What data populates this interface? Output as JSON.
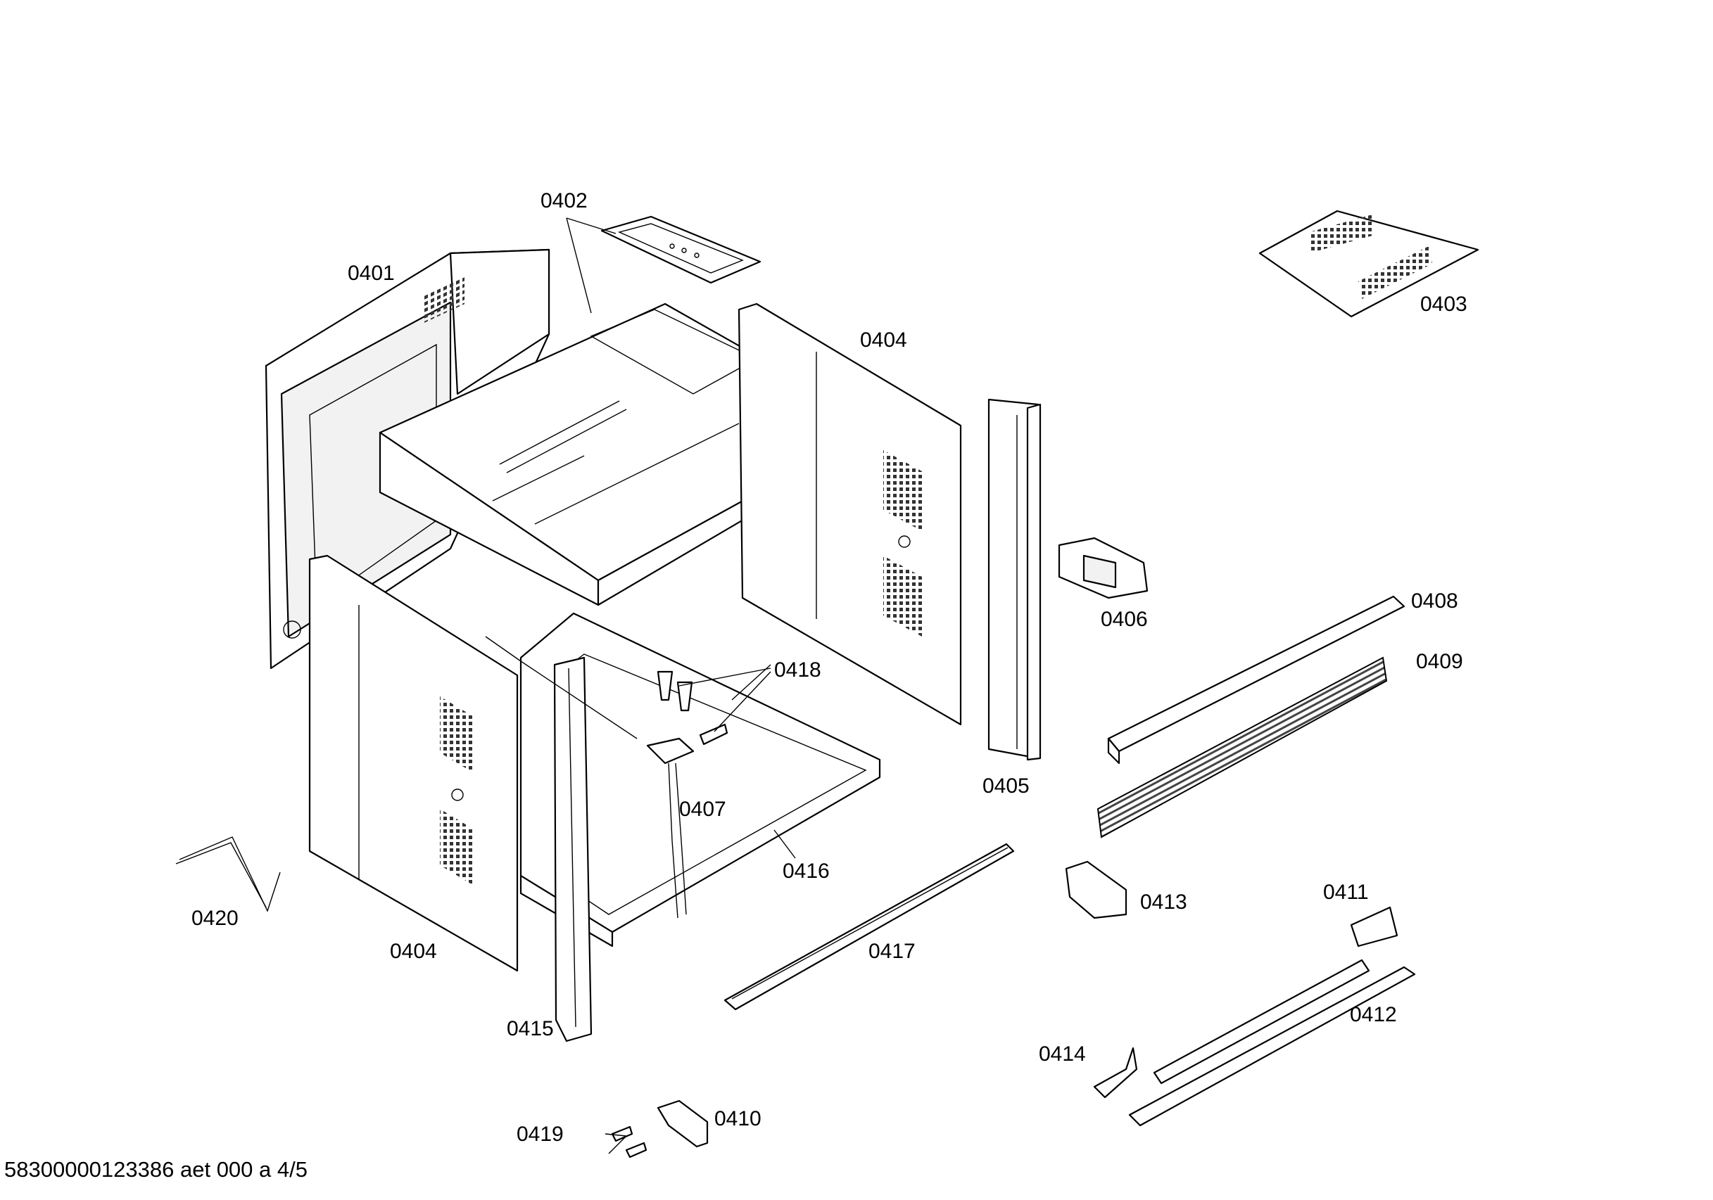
{
  "diagram": {
    "colors": {
      "line": "#000000",
      "background": "#ffffff",
      "shading": "#3a3a3a"
    },
    "callouts": {
      "c0401": "0401",
      "c0402": "0402",
      "c0403": "0403",
      "c0404a": "0404",
      "c0404b": "0404",
      "c0405": "0405",
      "c0406": "0406",
      "c0407": "0407",
      "c0408": "0408",
      "c0409": "0409",
      "c0410": "0410",
      "c0411": "0411",
      "c0412": "0412",
      "c0413": "0413",
      "c0414": "0414",
      "c0415": "0415",
      "c0416": "0416",
      "c0417": "0417",
      "c0418": "0418",
      "c0419": "0419",
      "c0420": "0420"
    }
  },
  "footer": {
    "document_id": "58300000123386 aet 000 a 4/5"
  }
}
